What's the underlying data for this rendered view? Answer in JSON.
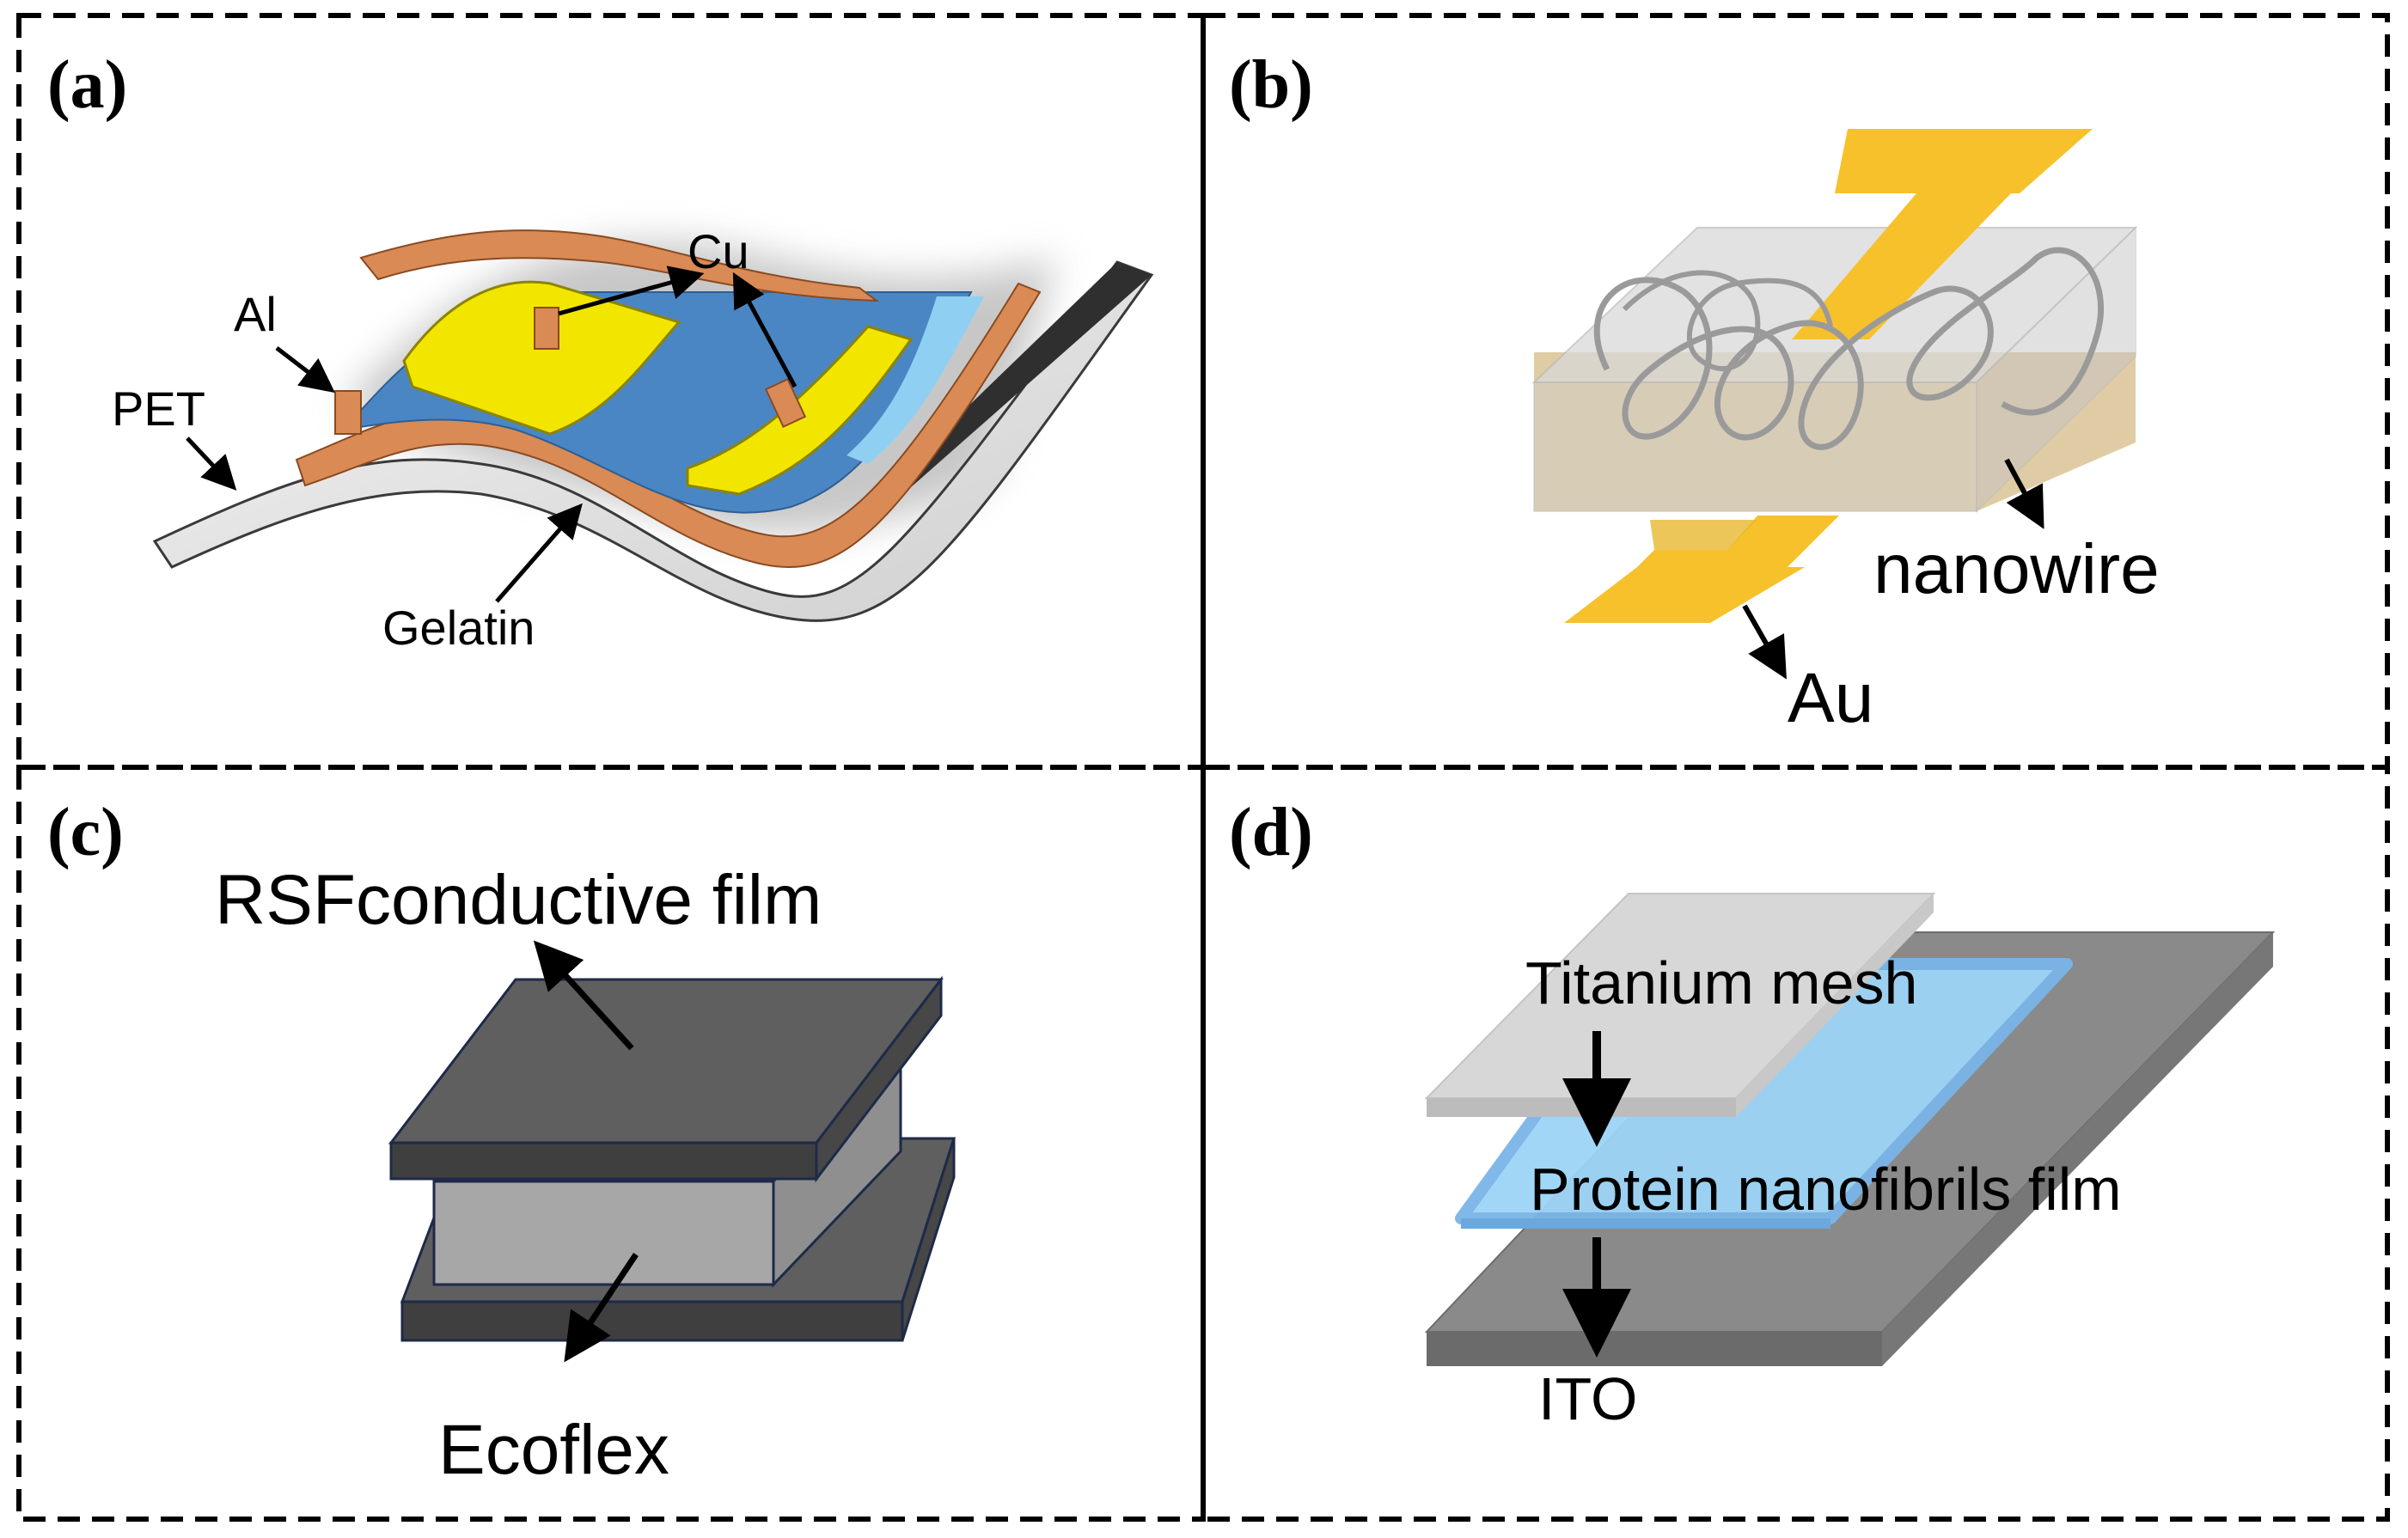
{
  "panels": {
    "a": {
      "tag": "(a)",
      "labels": {
        "cu": "Cu",
        "al": "Al",
        "pet": "PET",
        "gelatin": "Gelatin"
      }
    },
    "b": {
      "tag": "(b)",
      "labels": {
        "nanowire": "nanowire",
        "au": "Au"
      }
    },
    "c": {
      "tag": "(c)",
      "labels": {
        "film": "RSFconductive film",
        "ecoflex": "Ecoflex"
      }
    },
    "d": {
      "tag": "(d)",
      "labels": {
        "mesh": "Titanium mesh",
        "protein": "Protein nanofibrils film",
        "ito": "ITO"
      }
    }
  },
  "colors": {
    "copper": "#d98a55",
    "gelatin_blue": "#4b86c4",
    "light_blue": "#8fd0f2",
    "yellow": "#f2e600",
    "gold": "#f7c12c",
    "dark_gray": "#5f5f5f",
    "mid_gray": "#a7a7a7",
    "nanofibril_blue": "#9dd4f7"
  }
}
